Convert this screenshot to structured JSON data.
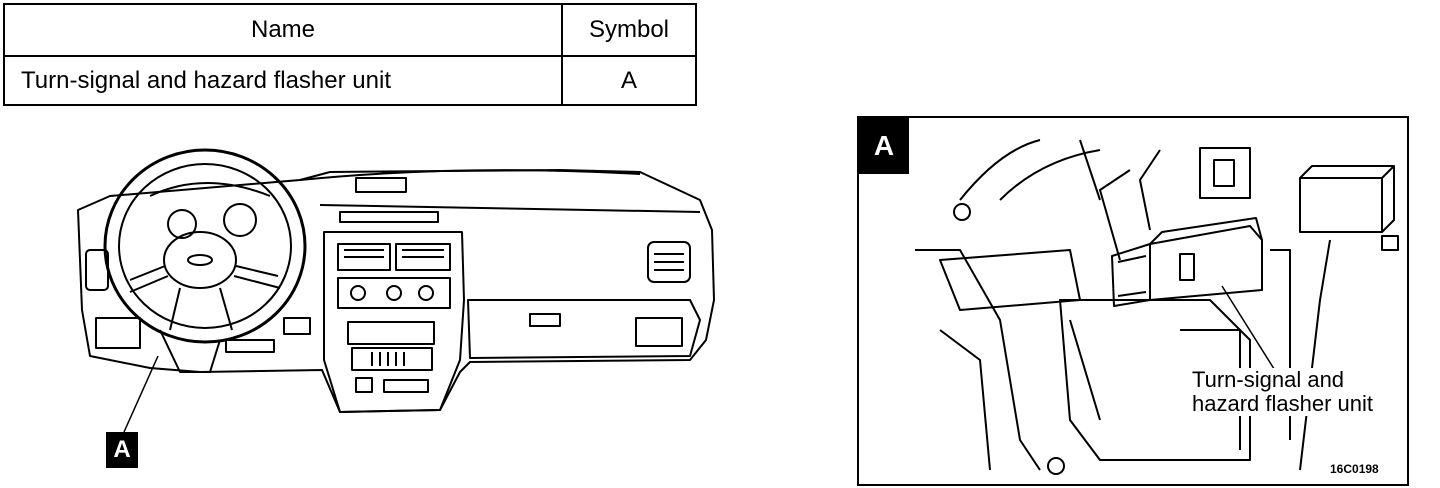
{
  "table": {
    "headers": {
      "name": "Name",
      "symbol": "Symbol"
    },
    "rows": [
      {
        "name": "Turn-signal and hazard flasher unit",
        "symbol": "A"
      }
    ]
  },
  "overview": {
    "marker": "A"
  },
  "detail": {
    "marker": "A",
    "callout_line1": "Turn-signal and",
    "callout_line2": "hazard flasher unit",
    "figure_code": "16C0198"
  }
}
